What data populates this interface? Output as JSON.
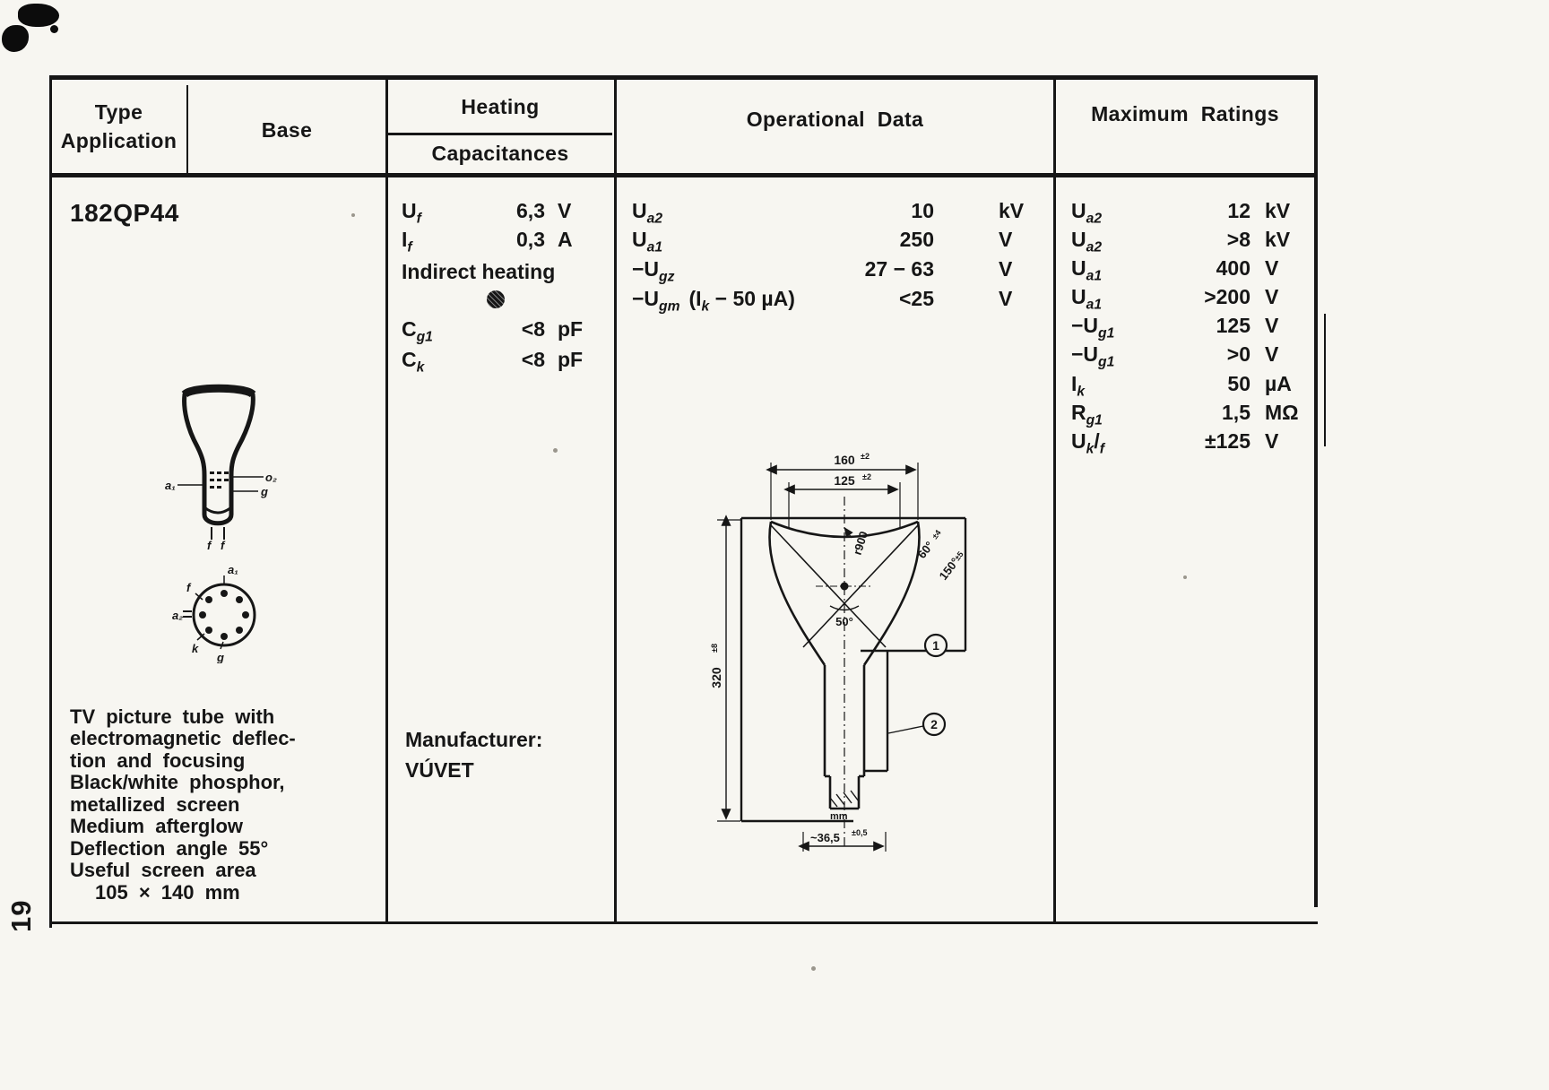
{
  "page_number": "19",
  "header": {
    "type_line1": "Type",
    "type_line2": "Application",
    "base": "Base",
    "heating": "Heating",
    "capacitances": "Capacitances",
    "operational": "Operational Data",
    "maximum": "Maximum Ratings"
  },
  "tube": {
    "name": "182QP44",
    "description": [
      "TV picture tube with",
      "electromagnetic deflec-",
      "tion and focusing",
      "Black/white phosphor,",
      "metallized screen",
      "Medium afterglow",
      "Deflection angle 55°",
      "Useful screen area",
      "105 × 140 mm"
    ]
  },
  "heating": {
    "rows": [
      {
        "sym": "U",
        "sub": "f",
        "val": "6,3",
        "unit": "V"
      },
      {
        "sym": "I",
        "sub": "f",
        "val": "0,3",
        "unit": "A"
      }
    ],
    "indirect": "Indirect heating",
    "cap_rows": [
      {
        "sym": "C",
        "sub": "g1",
        "val": "<8",
        "unit": "pF"
      },
      {
        "sym": "C",
        "sub": "k",
        "val": "<8",
        "unit": "pF"
      }
    ],
    "manufacturer_label": "Manufacturer:",
    "manufacturer_name": "VÚVET"
  },
  "operational": {
    "rows": [
      {
        "sym": "U",
        "sub": "a2",
        "val": "10",
        "unit": "kV"
      },
      {
        "sym": "U",
        "sub": "a1",
        "val": "250",
        "unit": "V"
      },
      {
        "sym": "−U",
        "sub": "gz",
        "val": "27 − 63",
        "unit": "V"
      },
      {
        "sym": "−U",
        "sub": "gm",
        "val": "<25",
        "unit": "V"
      }
    ],
    "cond": {
      "pre": "(I",
      "sub": "k",
      "post": " − 50 µA)"
    }
  },
  "maximum": {
    "rows": [
      {
        "sym": "U",
        "sub": "a2",
        "val": "12",
        "unit": "kV"
      },
      {
        "sym": "U",
        "sub": "a2",
        "val": ">8",
        "unit": "kV"
      },
      {
        "sym": "U",
        "sub": "a1",
        "val": "400",
        "unit": "V"
      },
      {
        "sym": "U",
        "sub": "a1",
        "val": ">200",
        "unit": "V"
      },
      {
        "sym": "−U",
        "sub": "g1",
        "val": "125",
        "unit": "V"
      },
      {
        "sym": "−U",
        "sub": "g1",
        "val": ">0",
        "unit": "V"
      },
      {
        "sym": "I",
        "sub": "k",
        "val": "50",
        "unit": "µA"
      },
      {
        "sym": "R",
        "sub": "g1",
        "val": "1,5",
        "unit": "MΩ"
      },
      {
        "sym": "U",
        "sub": "k",
        "sep": "/",
        "sub2": "f",
        "val": "±125",
        "unit": "V"
      }
    ]
  },
  "side_view": {
    "a1": "a₁",
    "o2": "o₂",
    "g": "g",
    "f1": "f",
    "f2": "f"
  },
  "base_view": {
    "a1": "a₁",
    "f": "f",
    "a2": "a₂",
    "k": "k",
    "g": "g"
  },
  "dims": {
    "w160": "160",
    "w160_sup": "±2",
    "w125": "125",
    "w125_sup": "±2",
    "r900": "r900",
    "a60": "60°",
    "a60_sup": "±4",
    "a150": "150°",
    "a150_sup": "±5",
    "a50": "50°",
    "h320": "320",
    "h320_sup": "±8",
    "d365": "~36,5",
    "d365_sup": "±0,5",
    "mm": "mm",
    "note1": "1",
    "note2": "2"
  }
}
